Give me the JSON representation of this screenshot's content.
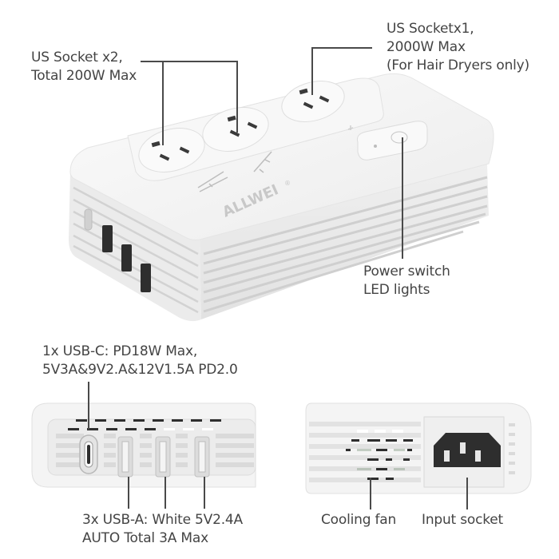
{
  "brand": "ALLWEI",
  "callouts": {
    "us_socket_x2": {
      "line1": "US Socket x2,",
      "line2": "Total 200W Max"
    },
    "us_socket_x1": {
      "line1": "US Socketx1,",
      "line2": "2000W Max",
      "line3": "(For Hair Dryers only)"
    },
    "power_switch": {
      "line1": "Power switch",
      "line2": "LED lights"
    },
    "usb_c": {
      "line1": "1x USB-C: PD18W Max,",
      "line2": "5V3A&9V2.A&12V1.5A PD2.0"
    },
    "usb_a": {
      "line1": "3x USB-A: White 5V2.4A",
      "line2": "AUTO Total 3A Max"
    },
    "cooling_fan": {
      "line1": "Cooling fan"
    },
    "input_socket": {
      "line1": "Input socket"
    }
  },
  "colors": {
    "body": "#f4f4f4",
    "body_shadow": "#dcdcdc",
    "vent_slot": "#cfcfcf",
    "port_dark": "#2e2e2e",
    "line": "#4a4a4a",
    "text": "#444444"
  }
}
